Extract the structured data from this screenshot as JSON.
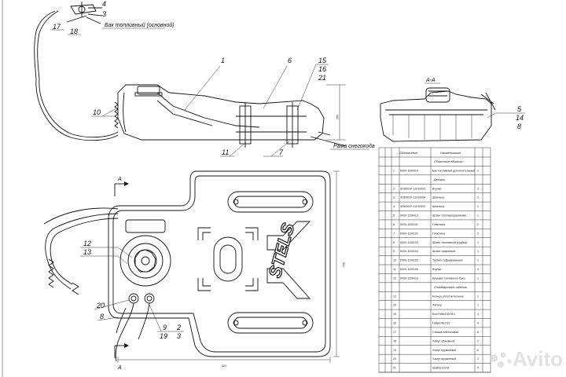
{
  "callouts": {
    "c17": "17",
    "c18": "18",
    "c4": "4",
    "c3": "3",
    "c1": "1",
    "c6": "6",
    "c15": "15",
    "c16": "16",
    "c21": "21",
    "c10": "10",
    "c11": "11",
    "c7": "7",
    "c5": "5",
    "c14": "14",
    "c8r": "8",
    "c12": "12",
    "c13": "13",
    "c20": "20",
    "c8": "8",
    "c9": "9",
    "c2": "2",
    "c19": "19",
    "c3b": "3"
  },
  "labels": {
    "tank_main": "Бак топливный (основной)",
    "snowmobile_frame": "Рама снегохода",
    "section": "А-А",
    "section_mark_top": "A",
    "section_mark_bottom": "A",
    "dim_width": "524",
    "dim_height": "604",
    "dim_side": "182"
  },
  "logo": "STELS",
  "watermark": "Avito",
  "bom": {
    "headers": [
      "",
      "",
      "Обозначение",
      "Наименование",
      ""
    ],
    "rows": [
      {
        "pos": "",
        "code": "",
        "name": "Сборочные единицы",
        "qty": ""
      },
      {
        "pos": "1",
        "code": "0000-1100010",
        "name": "Бак топливный дополнительный",
        "qty": "1"
      },
      {
        "pos": "",
        "code": "",
        "name": "Детали",
        "qty": ""
      },
      {
        "pos": "2",
        "code": "ЗО6001Р-11010003",
        "name": "Втулка",
        "qty": "3"
      },
      {
        "pos": "3",
        "code": "ЗО6001Р-11010004",
        "name": "Шпилька",
        "qty": "3"
      },
      {
        "pos": "4",
        "code": "ЗО6001Р-11010002",
        "name": "Шпилька",
        "qty": "1"
      },
      {
        "pos": "5",
        "code": "0000-1100013",
        "name": "Шланг топливоприемника",
        "qty": "1"
      },
      {
        "pos": "6",
        "code": "0000-1100101",
        "name": "Пластина",
        "qty": "2"
      },
      {
        "pos": "7",
        "code": "0000-1100102",
        "name": "Пластина",
        "qty": "2"
      },
      {
        "pos": "8",
        "code": "0000-1100103",
        "name": "Шланг топливный (трубка)",
        "qty": "1"
      },
      {
        "pos": "9",
        "code": "0000-1100104",
        "name": "Шланг сифонный",
        "qty": "1"
      },
      {
        "pos": "10",
        "code": "0000-1100105",
        "name": "Трубка гофрированная",
        "qty": "1"
      },
      {
        "pos": "11",
        "code": "0000-1100106",
        "name": "Втулка",
        "qty": "4"
      },
      {
        "pos": "12",
        "code": "0000-1100016",
        "name": "Крышка топливного бака",
        "qty": "1"
      },
      {
        "pos": "",
        "code": "",
        "name": "Стандартные изделия",
        "qty": ""
      },
      {
        "pos": "13",
        "code": "",
        "name": "Кольцо уплотнительное",
        "qty": "1"
      },
      {
        "pos": "14",
        "code": "",
        "name": "Фильтр",
        "qty": "1"
      },
      {
        "pos": "15",
        "code": "",
        "name": "Болт М8х130.019",
        "qty": "4"
      },
      {
        "pos": "16",
        "code": "",
        "name": "Гайка М8.019",
        "qty": "4"
      },
      {
        "pos": "17",
        "code": "",
        "name": "Стяжка нейлоновая",
        "qty": "6"
      },
      {
        "pos": "18",
        "code": "",
        "name": "Хомут обжимной",
        "qty": "2"
      },
      {
        "pos": "19",
        "code": "",
        "name": "Хомут пружинный",
        "qty": "2"
      },
      {
        "pos": "20",
        "code": "",
        "name": "Хомут пружинный",
        "qty": "2"
      },
      {
        "pos": "21",
        "code": "",
        "name": "Шайба 8.019",
        "qty": "4"
      }
    ]
  }
}
